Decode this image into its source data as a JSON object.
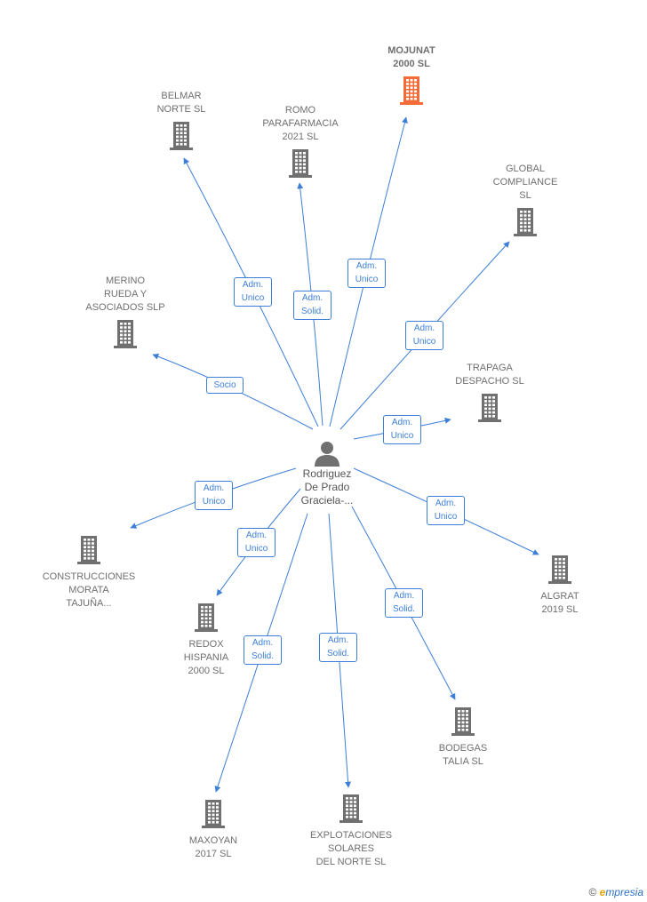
{
  "colors": {
    "edge": "#3d7fd6",
    "node": "#707070",
    "highlight": "#f26b38",
    "text": "#6f6f6f"
  },
  "center": {
    "name": "Rodriguez\nDe Prado\nGraciela-..."
  },
  "nodes": [
    {
      "id": "mojunat",
      "name": "MOJUNAT\n2000  SL",
      "highlight": true,
      "label_position": "above"
    },
    {
      "id": "belmar",
      "name": "BELMAR\nNORTE SL",
      "label_position": "above"
    },
    {
      "id": "romo",
      "name": "ROMO\nPARAFARMACIA\n2021  SL",
      "label_position": "above"
    },
    {
      "id": "global",
      "name": "GLOBAL\nCOMPLIANCE\nSL",
      "label_position": "above"
    },
    {
      "id": "merino",
      "name": "MERINO\nRUEDA Y\nASOCIADOS SLP",
      "label_position": "above"
    },
    {
      "id": "trapaga",
      "name": "TRAPAGA\nDESPACHO  SL",
      "label_position": "above"
    },
    {
      "id": "construcciones",
      "name": "CONSTRUCCIONES\nMORATA\nTAJUÑA...",
      "label_position": "below"
    },
    {
      "id": "algrat",
      "name": "ALGRAT\n2019  SL",
      "label_position": "below"
    },
    {
      "id": "redox",
      "name": "REDOX\nHISPANIA\n2000 SL",
      "label_position": "below"
    },
    {
      "id": "bodegas",
      "name": "BODEGAS\nTALIA  SL",
      "label_position": "below"
    },
    {
      "id": "maxoyan",
      "name": "MAXOYAN\n2017  SL",
      "label_position": "below"
    },
    {
      "id": "explotaciones",
      "name": "EXPLOTACIONES\nSOLARES\nDEL NORTE  SL",
      "label_position": "below"
    }
  ],
  "edges": [
    {
      "target": "belmar",
      "label": "Adm.\nUnico"
    },
    {
      "target": "romo",
      "label": "Adm.\nSolid."
    },
    {
      "target": "mojunat",
      "label": "Adm.\nUnico"
    },
    {
      "target": "global",
      "label": "Adm.\nUnico"
    },
    {
      "target": "merino",
      "label": "Socio"
    },
    {
      "target": "trapaga",
      "label": "Adm.\nUnico"
    },
    {
      "target": "construcciones",
      "label": "Adm.\nUnico"
    },
    {
      "target": "algrat",
      "label": "Adm.\nUnico"
    },
    {
      "target": "redox",
      "label": "Adm.\nUnico"
    },
    {
      "target": "bodegas",
      "label": "Adm.\nSolid."
    },
    {
      "target": "maxoyan",
      "label": "Adm.\nSolid."
    },
    {
      "target": "explotaciones",
      "label": "Adm.\nSolid."
    }
  ],
  "footer": {
    "copyright": "©",
    "brand_initial": "e",
    "brand_rest": "mpresia"
  },
  "icons": {
    "building": "building-icon",
    "person": "person-icon",
    "copyright": "copyright-icon"
  }
}
